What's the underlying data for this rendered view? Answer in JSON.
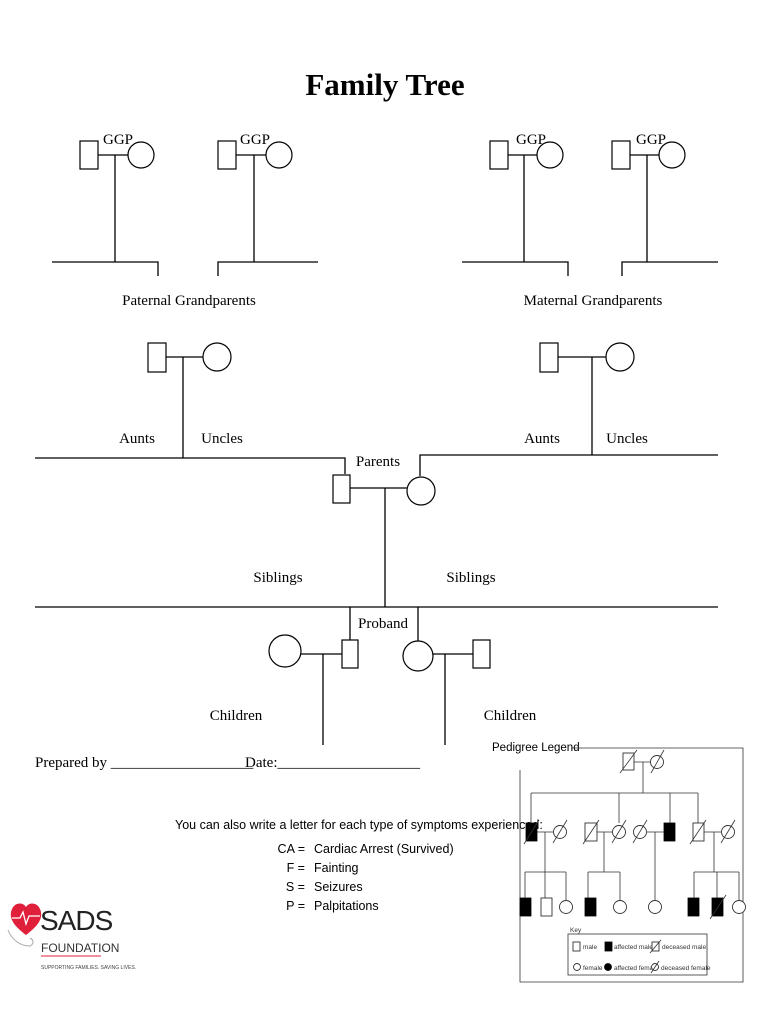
{
  "title": "Family Tree",
  "ggp_label": "GGP",
  "paternal_grandparents": "Paternal Grandparents",
  "maternal_grandparents": "Maternal Grandparents",
  "aunts": "Aunts",
  "uncles": "Uncles",
  "parents": "Parents",
  "siblings": "Siblings",
  "proband": "Proband",
  "children": "Children",
  "prepared_by": "Prepared by ___________________",
  "date": "Date:___________________",
  "symptoms": {
    "intro": "You can also write a letter for each type of symptoms experienced:",
    "items": [
      {
        "code": "CA =",
        "label": "Cardiac Arrest (Survived)"
      },
      {
        "code": "F =",
        "label": "Fainting"
      },
      {
        "code": "S =",
        "label": "Seizures"
      },
      {
        "code": "P =",
        "label": "Palpitations"
      }
    ]
  },
  "legend": {
    "title": "Pedigree Legend",
    "key_title": "Key",
    "key_items": [
      "male",
      "affected male",
      "deceased male",
      "female",
      "affected female",
      "deceased female"
    ]
  },
  "logo": {
    "name": "SADS",
    "sub": "FOUNDATION",
    "tagline": "SUPPORTING FAMILIES. SAVING LIVES.",
    "brand_color": "#e0203a"
  }
}
